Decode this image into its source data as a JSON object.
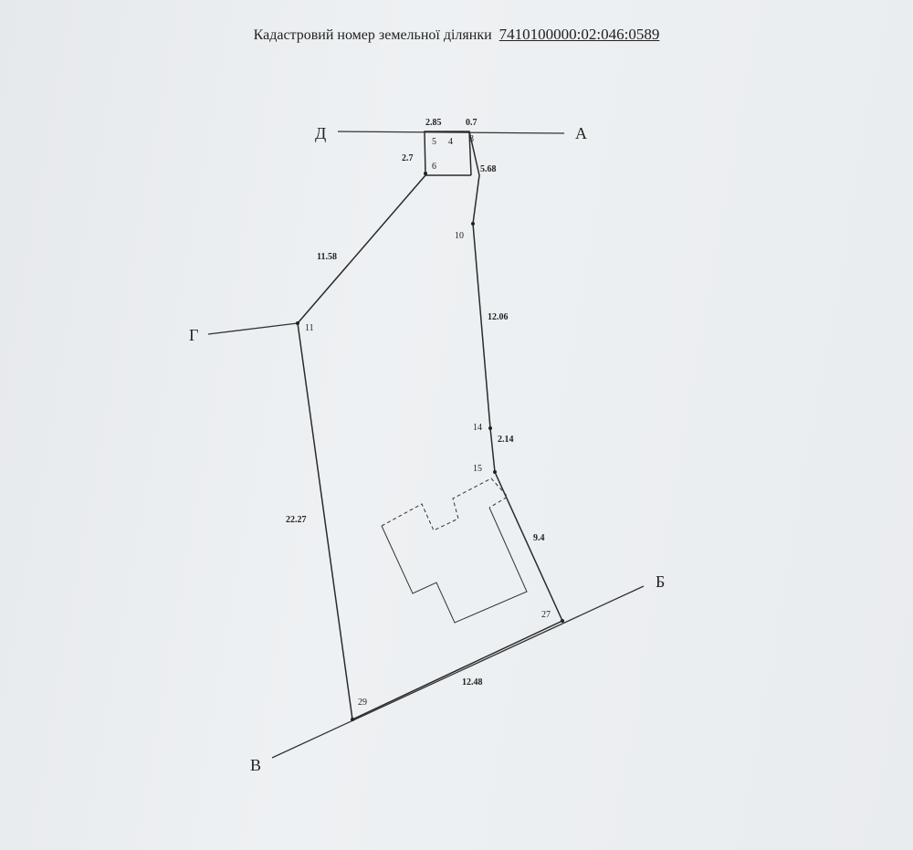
{
  "header": {
    "label": "Кадастровий номер земельної ділянки",
    "cadastral_number": "7410100000:02:046:0589"
  },
  "neighbors": {
    "a": "А",
    "b": "Б",
    "v": "В",
    "g": "Г",
    "d": "Д"
  },
  "points": {
    "p3": "3",
    "p4": "4",
    "p5": "5",
    "p6": "6",
    "p10": "10",
    "p11": "11",
    "p14": "14",
    "p15": "15",
    "p27": "27",
    "p29": "29"
  },
  "segments": {
    "top_left": "2.85",
    "top_right": "0.7",
    "left_short": "2.7",
    "right_short": "5.68",
    "diag": "11.58",
    "right_long": "12.06",
    "right_mid": "2.14",
    "right_lower": "9.4",
    "west": "22.27",
    "south": "12.48"
  }
}
